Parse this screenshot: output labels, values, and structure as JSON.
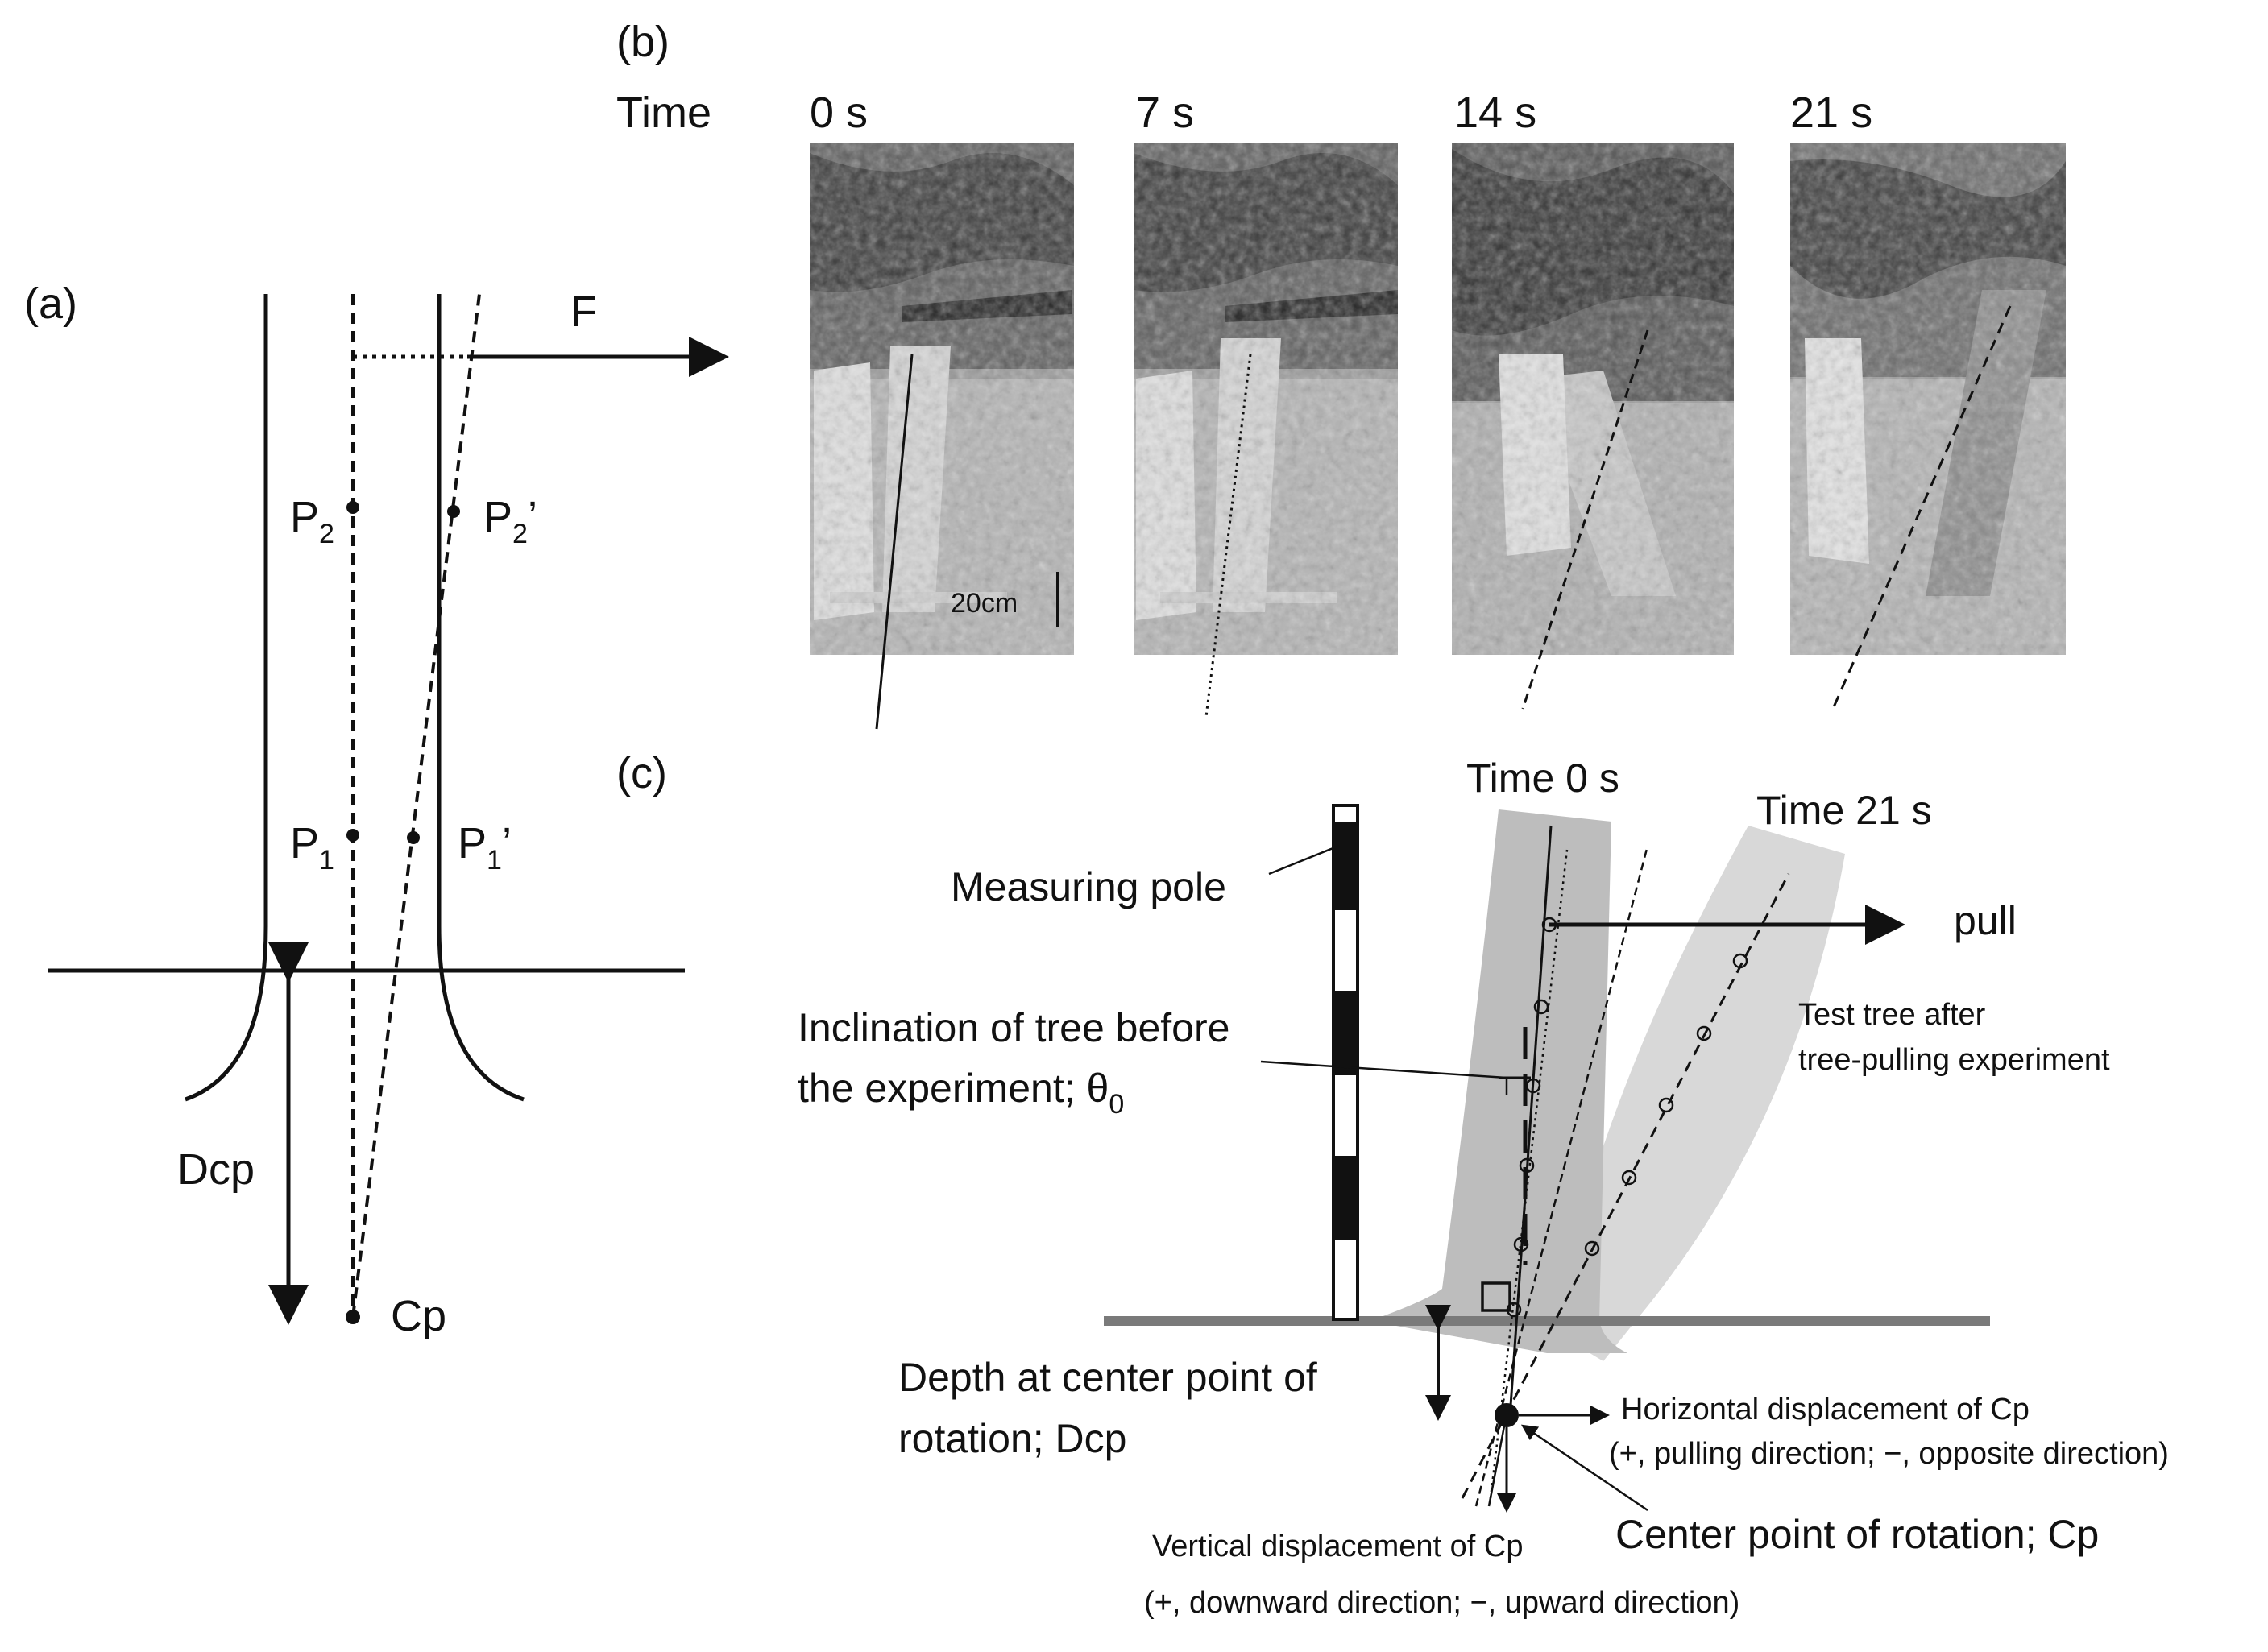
{
  "panel_a": {
    "label": "(a)",
    "force": "F",
    "p2": "P",
    "p2_sub": "2",
    "p2p": "P",
    "p2p_sub": "2",
    "p2p_prime": "’",
    "p1": "P",
    "p1_sub": "1",
    "p1p": "P",
    "p1p_sub": "1",
    "p1p_prime": "’",
    "dcp": "Dcp",
    "cp": "Cp"
  },
  "panel_b": {
    "label": "(b)",
    "time_label": "Time",
    "frames": [
      {
        "time": "0 s"
      },
      {
        "time": "7 s"
      },
      {
        "time": "14 s"
      },
      {
        "time": "21 s"
      }
    ],
    "scale_bar": "20cm"
  },
  "panel_c": {
    "label": "(c)",
    "time0": "Time 0 s",
    "time21": "Time 21 s",
    "measuring_pole": "Measuring pole",
    "pull": "pull",
    "test_tree_line1": "Test tree after",
    "test_tree_line2": "tree-pulling experiment",
    "inclination_line1": "Inclination of tree before",
    "inclination_line2": "the experiment; θ",
    "inclination_sub": "0",
    "depth_line1": "Depth at center point of",
    "depth_line2": "rotation; Dcp",
    "horiz_line1": "Horizontal displacement of Cp",
    "horiz_line2": "(+, pulling direction; −, opposite direction)",
    "center_point": "Center point of rotation; Cp",
    "vert_line1": "Vertical displacement of Cp",
    "vert_line2": "(+, downward direction; −, upward direction)"
  }
}
